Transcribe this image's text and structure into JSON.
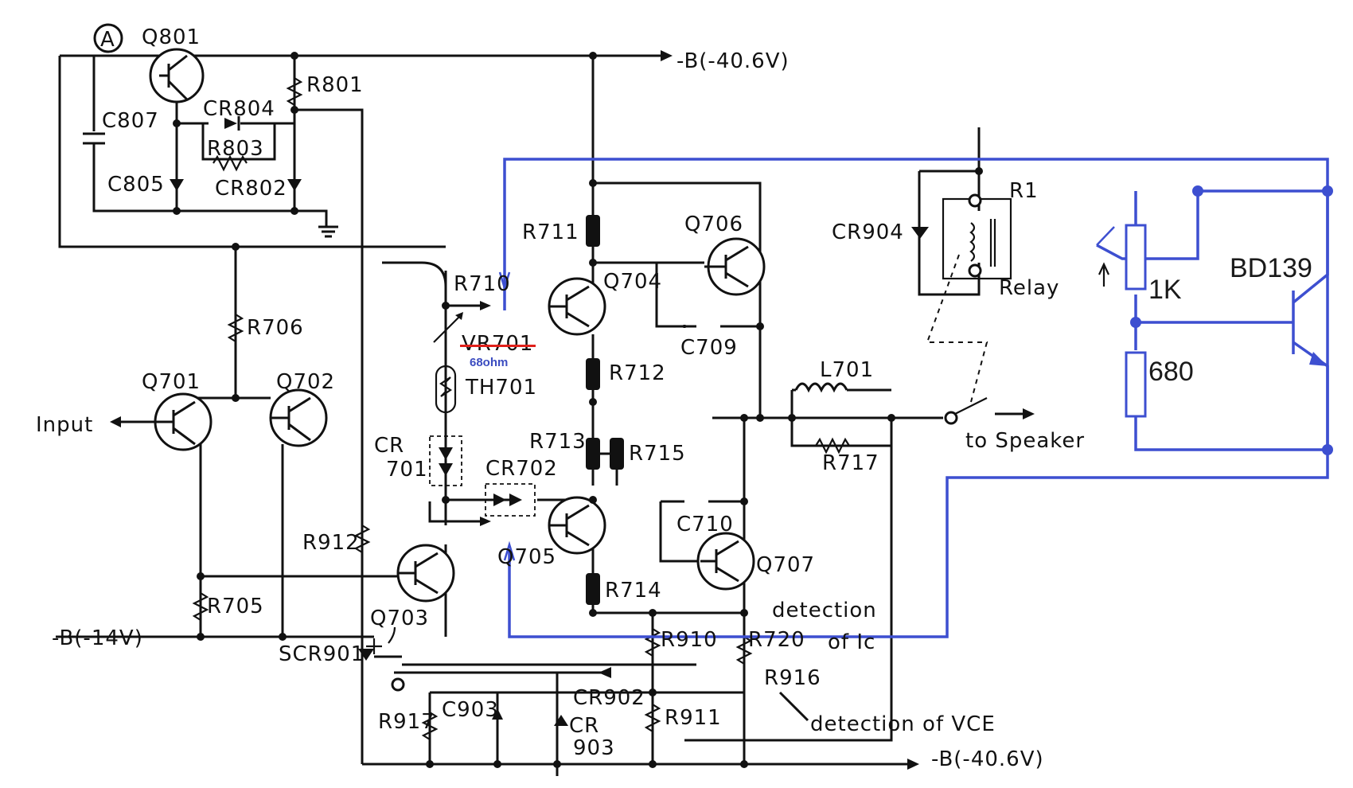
{
  "labels": {
    "node_a": "A",
    "q801": "Q801",
    "r801": "R801",
    "c807": "C807",
    "cr804": "CR804",
    "r803": "R803",
    "c805": "C805",
    "cr802": "CR802",
    "supply_top": "-B(-40.6V)",
    "r711": "R711",
    "q706": "Q706",
    "cr904": "CR904",
    "r1": "R1",
    "relay": "Relay",
    "r710": "R710",
    "q704": "Q704",
    "r706": "R706",
    "vr701": "VR701",
    "vr701_replacement": "68ohm",
    "c709": "C709",
    "th701": "TH701",
    "q701": "Q701",
    "q702": "Q702",
    "r712": "R712",
    "l701": "L701",
    "input": "Input",
    "to_speaker": "to Speaker",
    "cr": "CR",
    "n701": "701",
    "r713": "R713",
    "r715": "R715",
    "r717": "R717",
    "cr702": "CR702",
    "c710": "C710",
    "r912": "R912",
    "q705": "Q705",
    "q707": "Q707",
    "r705": "R705",
    "r714": "R714",
    "detection": "detection",
    "supply_left": "-B(-14V)",
    "q703": "Q703",
    "of_ic": "of Ic",
    "scr901": "SCR901",
    "r910": "R910",
    "r720": "R720",
    "r916": "R916",
    "cr902": "CR902",
    "r917": "R917",
    "c903": "C903",
    "r911": "R911",
    "detection_vce": "detection of VCE",
    "cr903_a": "CR",
    "cr903_b": "903",
    "supply_bottom": "-B(-40.6V)",
    "bd139": "BD139",
    "pot_1k": "1K",
    "res_680": "680"
  },
  "colors": {
    "ink": "#111111",
    "added_circuit": "#3d4fd0",
    "strike": "#e0201a",
    "note_text": "#3b4cc0"
  }
}
